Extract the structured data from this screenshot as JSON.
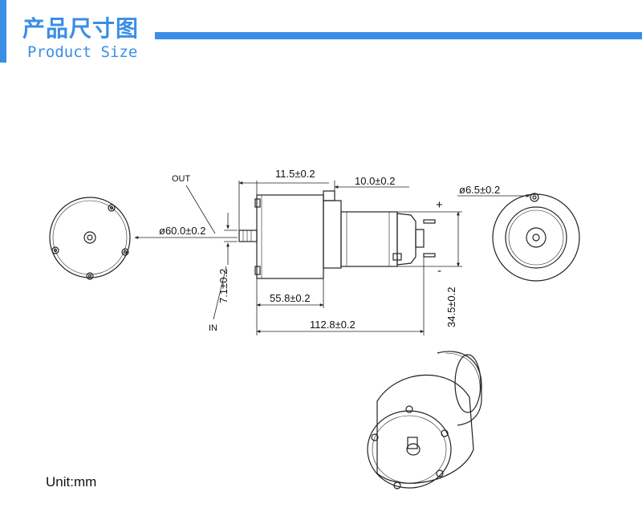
{
  "header": {
    "title_cn": "产品尺寸图",
    "title_en": "Product Size"
  },
  "labels": {
    "out": "OUT",
    "in": "IN",
    "plus": "+",
    "minus": "-"
  },
  "dimensions": {
    "diameter": "ø60.0±0.2",
    "shaft": "7.1±0.2",
    "gear_len": "11.5±0.2",
    "mid_len": "10.0±0.2",
    "hole": "ø6.5±0.2",
    "body_len": "55.8±0.2",
    "total_len": "112.8±0.2",
    "motor_dia": "34.5±0.2"
  },
  "footer": {
    "unit": "Unit:mm"
  },
  "colors": {
    "accent": "#3a8ee6",
    "line": "#222222"
  }
}
